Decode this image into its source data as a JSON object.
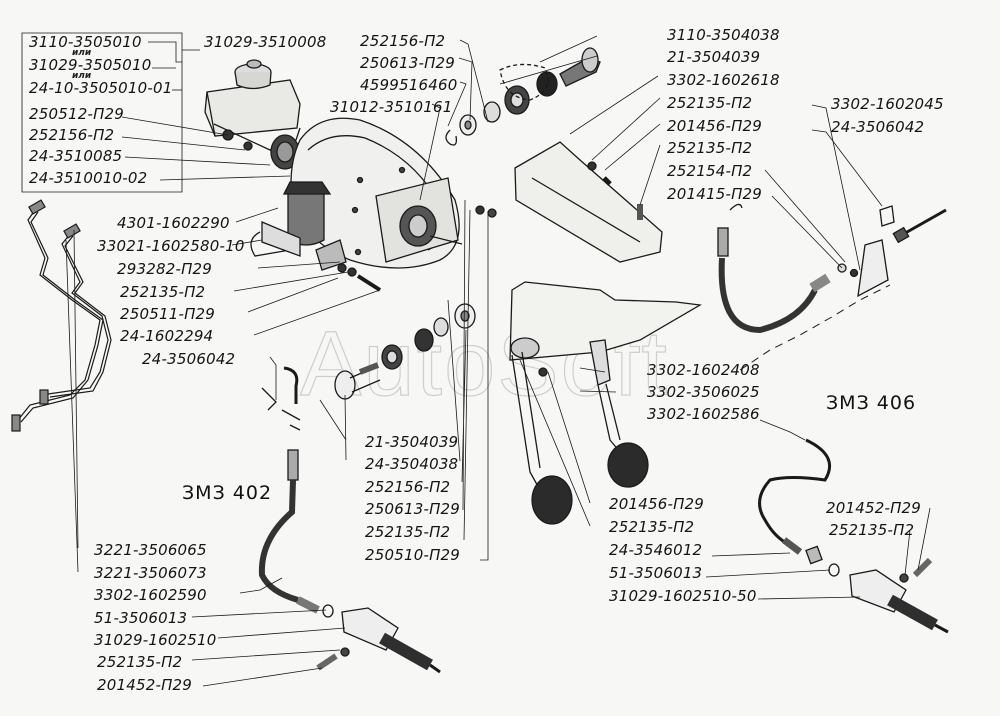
{
  "diagram": {
    "watermark": "AutoSoft",
    "or_word": "или",
    "engine_labels": {
      "zmz402": "ЗМЗ 402",
      "zmz406": "ЗМЗ 406"
    },
    "labels": {
      "master_cyl_a": "3110-3505010",
      "master_cyl_b": "31029-3505010",
      "master_cyl_c": "24-10-3505010-01",
      "reservoir": "31029-3510008",
      "nut_250512": "250512-П29",
      "washer_252156_top": "252156-П2",
      "part_24_3510085": "24-3510085",
      "part_24_3510010_02": "24-3510010-02",
      "washer_252156_mid": "252156-П2",
      "nut_250613_top": "250613-П29",
      "part_4599516460": "4599516460",
      "booster": "31012-3510161",
      "part_3110_3504038": "3110-3504038",
      "part_21_3504039_top": "21-3504039",
      "bracket_3302_1602618": "3302-1602618",
      "washer_252135_a": "252135-П2",
      "bolt_201456_a": "201456-П29",
      "washer_252135_b": "252135-П2",
      "washer_252154": "252154-П2",
      "clip_201415": "201415-П29",
      "bracket_3302_1602045": "3302-1602045",
      "clip_24_3506042_right": "24-3506042",
      "clutch_reservoir": "4301-1602290",
      "hose_33021": "33021-1602580-10",
      "pin_293282": "293282-П29",
      "washer_252135_c": "252135-П2",
      "nut_250511": "250511-П29",
      "fork_24_1602294": "24-1602294",
      "clip_24_3506042_left": "24-3506042",
      "part_21_3504039_bot": "21-3504039",
      "part_24_3504038": "24-3504038",
      "washer_252156_bot": "252156-П2",
      "nut_250613_bot": "250613-П29",
      "washer_252135_d": "252135-П2",
      "nut_250510": "250510-П29",
      "pedal_3302_1602408": "3302-1602408",
      "pedal_3302_3506025": "3302-3506025",
      "hose_3302_1602586": "3302-1602586",
      "bolt_201456_b": "201456-П29",
      "washer_252135_e": "252135-П2",
      "adapter_24_3546012": "24-3546012",
      "gasket_51_3506013_right": "51-3506013",
      "slave_cyl_406": "31029-1602510-50",
      "bolt_201452_right": "201452-П29",
      "washer_252135_right": "252135-П2",
      "pipe_3221_3506065": "3221-3506065",
      "pipe_3221_3506073": "3221-3506073",
      "hose_3302_1602590": "3302-1602590",
      "gasket_51_3506013_left": "51-3506013",
      "slave_cyl_402": "31029-1602510",
      "washer_252135_left": "252135-П2",
      "bolt_201452_left": "201452-П29"
    }
  }
}
